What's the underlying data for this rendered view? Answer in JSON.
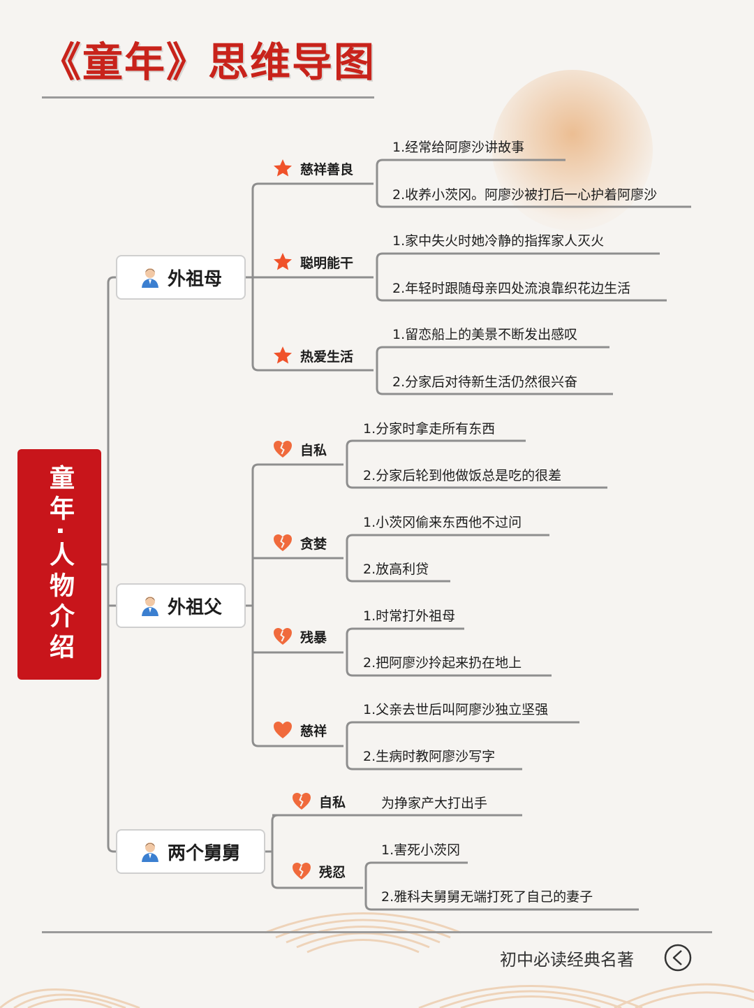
{
  "title": "《童年》思维导图",
  "root": "童年·人物介绍",
  "footer": {
    "caption": "初中必读经典名著",
    "icon": "chevron-left-circle-icon"
  },
  "colors": {
    "accent": "#c8151b",
    "line": "#8e8e8e",
    "star": "#f0522a",
    "heart": "#f06a3c"
  },
  "persons": [
    {
      "name": "外祖母",
      "traits": [
        {
          "label": "慈祥善良",
          "icon": "star-icon",
          "items": [
            "1.经常给阿廖沙讲故事",
            "2.收养小茨冈。阿廖沙被打后一心护着阿廖沙"
          ]
        },
        {
          "label": "聪明能干",
          "icon": "star-icon",
          "items": [
            "1.家中失火时她冷静的指挥家人灭火",
            "2.年轻时跟随母亲四处流浪靠织花边生活"
          ]
        },
        {
          "label": "热爱生活",
          "icon": "star-icon",
          "items": [
            "1.留恋船上的美景不断发出感叹",
            "2.分家后对待新生活仍然很兴奋"
          ]
        }
      ]
    },
    {
      "name": "外祖父",
      "traits": [
        {
          "label": "自私",
          "icon": "broken-heart-icon",
          "items": [
            "1.分家时拿走所有东西",
            "2.分家后轮到他做饭总是吃的很差"
          ]
        },
        {
          "label": "贪婪",
          "icon": "broken-heart-icon",
          "items": [
            "1.小茨冈偷来东西他不过问",
            "2.放高利贷"
          ]
        },
        {
          "label": "残暴",
          "icon": "broken-heart-icon",
          "items": [
            "1.时常打外祖母",
            "2.把阿廖沙拎起来扔在地上"
          ]
        },
        {
          "label": "慈祥",
          "icon": "heart-icon",
          "items": [
            "1.父亲去世后叫阿廖沙独立坚强",
            "2.生病时教阿廖沙写字"
          ]
        }
      ]
    },
    {
      "name": "两个舅舅",
      "traits": [
        {
          "label": "自私",
          "icon": "broken-heart-icon",
          "items": [
            "为挣家产大打出手"
          ]
        },
        {
          "label": "残忍",
          "icon": "broken-heart-icon",
          "items": [
            "1.害死小茨冈",
            "2.雅科夫舅舅无端打死了自己的妻子"
          ]
        }
      ]
    }
  ]
}
